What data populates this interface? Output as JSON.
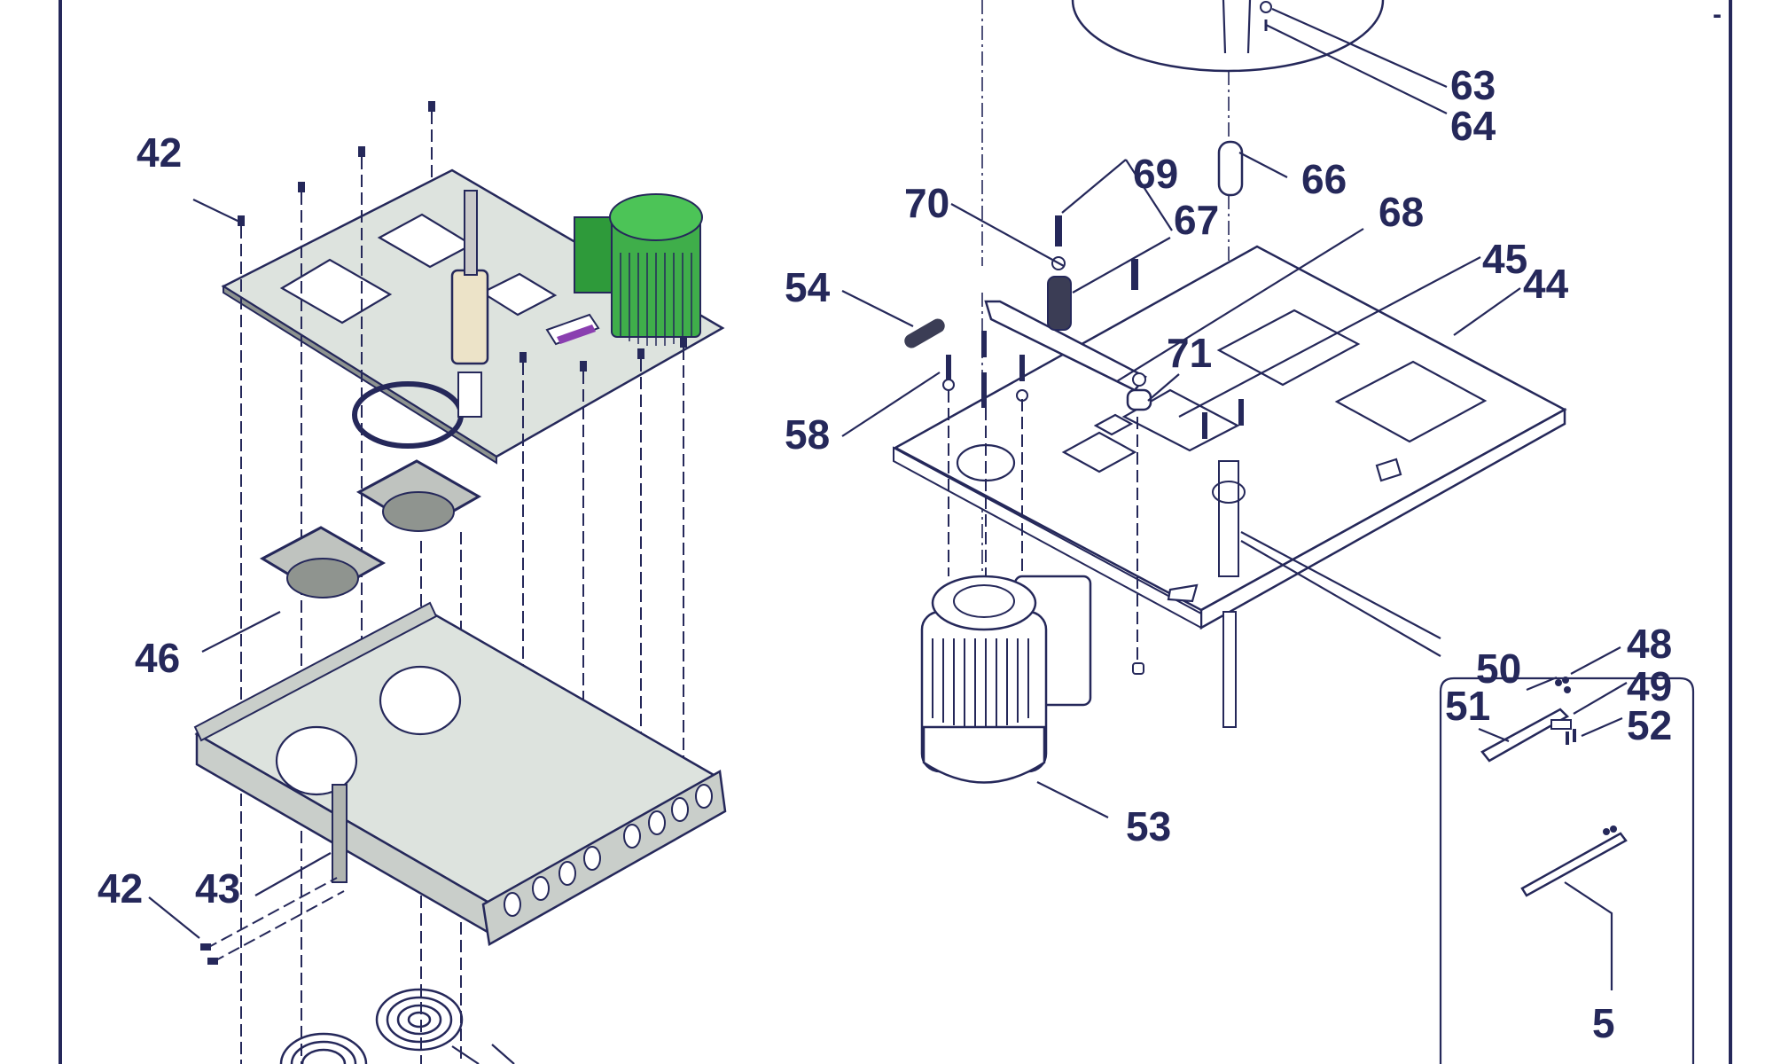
{
  "diagram": {
    "title": "Exploded parts view",
    "colors": {
      "ink": "#25285a",
      "plate": "#dde3de",
      "motor_green": "#3fae4a",
      "frame": "#25285a"
    },
    "callouts": [
      {
        "id": "c42a",
        "label": "42"
      },
      {
        "id": "c46",
        "label": "46"
      },
      {
        "id": "c42b",
        "label": "42"
      },
      {
        "id": "c43",
        "label": "43"
      },
      {
        "id": "c63",
        "label": "63"
      },
      {
        "id": "c64",
        "label": "64"
      },
      {
        "id": "c66",
        "label": "66"
      },
      {
        "id": "c69",
        "label": "69"
      },
      {
        "id": "c70",
        "label": "70"
      },
      {
        "id": "c67",
        "label": "67"
      },
      {
        "id": "c68",
        "label": "68"
      },
      {
        "id": "c54",
        "label": "54"
      },
      {
        "id": "c45",
        "label": "45"
      },
      {
        "id": "c44",
        "label": "44"
      },
      {
        "id": "c71",
        "label": "71"
      },
      {
        "id": "c58",
        "label": "58"
      },
      {
        "id": "c53",
        "label": "53"
      },
      {
        "id": "c48",
        "label": "48"
      },
      {
        "id": "c50",
        "label": "50"
      },
      {
        "id": "c49",
        "label": "49"
      },
      {
        "id": "c51",
        "label": "51"
      },
      {
        "id": "c52",
        "label": "52"
      },
      {
        "id": "c5",
        "label": "5"
      }
    ],
    "corner_mark": "-"
  }
}
